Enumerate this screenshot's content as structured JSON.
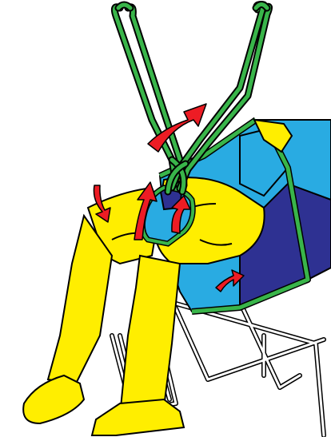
{
  "colors": {
    "background": "#ffffff",
    "outline": "#000000",
    "body_yellow": "#ffee00",
    "sling_blue": "#29abe2",
    "sling_dark_blue": "#2e3192",
    "strap_green": "#39b54a",
    "arrow_red": "#ed1c24",
    "chair_frame": "#ffffff"
  },
  "figure": {
    "subject": "person-seated-in-chair-with-lifting-sling",
    "elements": [
      "left-loop-strap",
      "right-loop-strap",
      "sling-back-panel",
      "sling-leg-panel",
      "yellow-seated-person",
      "folding-chair-frame",
      "red-direction-arrows"
    ]
  }
}
